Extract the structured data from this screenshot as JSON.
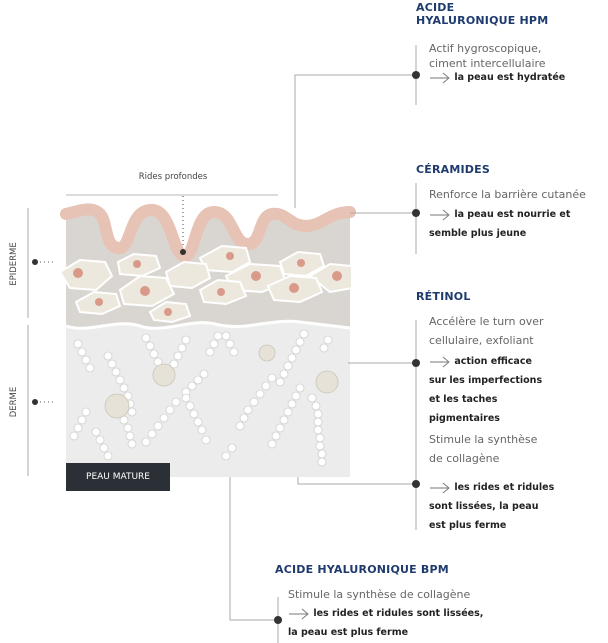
{
  "diagram": {
    "top_label": "Rides profondes",
    "left_labels": {
      "epiderme": "EPIDERME",
      "derme": "DERME"
    },
    "badge": "PEAU MATURE"
  },
  "sections": {
    "hpm": {
      "title_line1": "ACIDE",
      "title_line2": "HYALURONIQUE HPM",
      "body_line1": "Actif hygroscopique,",
      "body_line2": "ciment intercellulaire",
      "result_line1": "la peau est hydratée"
    },
    "ceramides": {
      "title": "CÉRAMIDES",
      "body_line1": "Renforce la barrière cutanée",
      "result_line1": "la peau est nourrie et",
      "result_line2": "semble plus jeune"
    },
    "retinol": {
      "title": "RÉTINOL",
      "body1_line1": "Accélère le turn over",
      "body1_line2": "cellulaire, exfoliant",
      "result1_line1": "action efficace",
      "result1_line2": "sur les imperfections",
      "result1_line3": "et les taches",
      "result1_line4": "pigmentaires",
      "body2_line1": "Stimule la synthèse",
      "body2_line2": "de collagène",
      "result2_line1": "les rides et ridules",
      "result2_line2": "sont lissées, la peau",
      "result2_line3": "est plus ferme"
    },
    "bpm": {
      "title": "ACIDE HYALURONIQUE BPM",
      "body_line1": "Stimule la synthèse de collagène",
      "result_line1": "les rides et ridules sont lissées,",
      "result_line2": "la peau est plus ferme"
    }
  }
}
